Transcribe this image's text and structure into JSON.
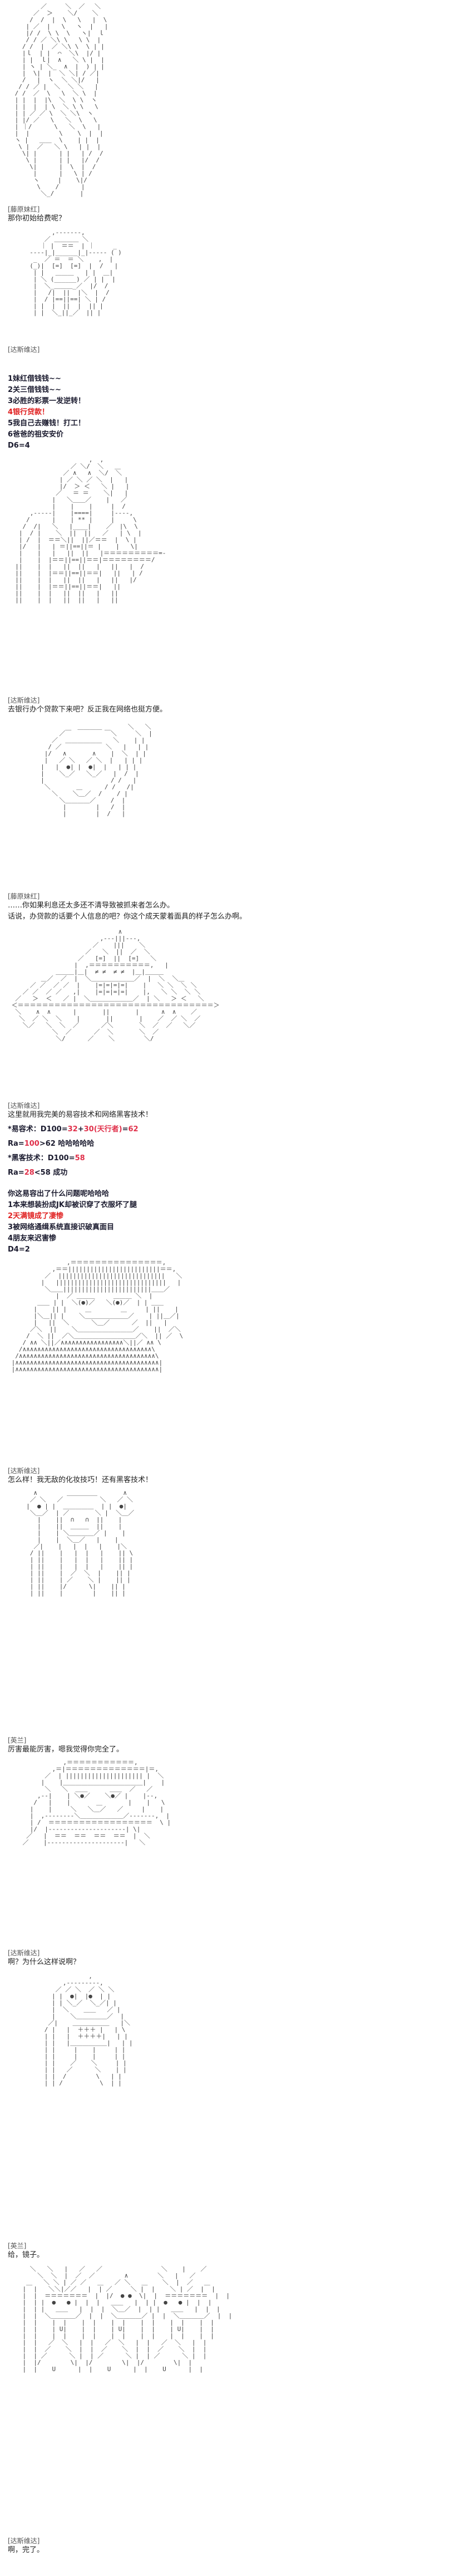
{
  "blocks": [
    {
      "speaker": "[藤原妹红]",
      "lines": [
        "那你初始给费呢？"
      ]
    },
    {
      "speaker": "[达斯维达]",
      "lines": []
    },
    {
      "options": [
        "1妹红借钱钱~~",
        "2关三借钱钱~~",
        "3必胜的彩票一发逆转！",
        "4银行贷款！",
        "5我自己去赚钱！打工！",
        "6爸爸的祖安安价"
      ],
      "roll": "D6=4"
    },
    {
      "speaker": "[达斯维达]",
      "lines": [
        "去银行办个贷款下来吧？反正我在网络也挺方便。"
      ]
    },
    {
      "speaker": "[藤原妹红]",
      "lines": [
        "……你如果利息还太多还不清导致被抓来者怎么办。",
        "话说，办贷款的话要个人信息的吧？你这个成天蒙着面具的样子怎么办啊。"
      ]
    },
    {
      "speaker": "[达斯维达]",
      "lines": [
        "这里就用我完美的易容技术和网络黑客技术！"
      ]
    },
    {
      "rolls": [
        {
          "label": "*易容术：D100=",
          "a": "32",
          "plus": "+",
          "b": "30",
          "mid": "(天行者)",
          "eq": "=",
          "res": "62"
        },
        {
          "label": "Ra=",
          "a": "100",
          "mid": ">62 ",
          "res": "哈哈哈哈哈"
        },
        {
          "label": "*黑客技术：D100=",
          "res": "58"
        },
        {
          "label": "Ra=",
          "a": "28",
          "mid": "<58 成功"
        }
      ]
    },
    {
      "options2": [
        "你这易容出了什么问题呢哈哈哈",
        "1本来想装扮成JK却被识穿了衣服坏了腿",
        "2天满镜成了凄惨",
        "3被网络通缉系统直接识破真面目",
        "4朋友来迟害惨"
      ],
      "roll2": "D4=2"
    },
    {
      "speaker": "[达斯维达]",
      "lines": [
        "怎么样！我无敌的化妆技巧！还有黑客技术！"
      ]
    },
    {
      "speaker": "[英兰]",
      "lines": [
        "厉害最能厉害，嗯我觉得你完全了。"
      ]
    },
    {
      "speaker": "[达斯维达]",
      "lines": [
        "啊？为什么这样说啊？"
      ]
    },
    {
      "speaker": "[英兰]",
      "lines": [
        "给，镜子。"
      ]
    },
    {
      "speaker": "[达斯维达]",
      "lines": [
        "啊，完了。"
      ]
    }
  ]
}
